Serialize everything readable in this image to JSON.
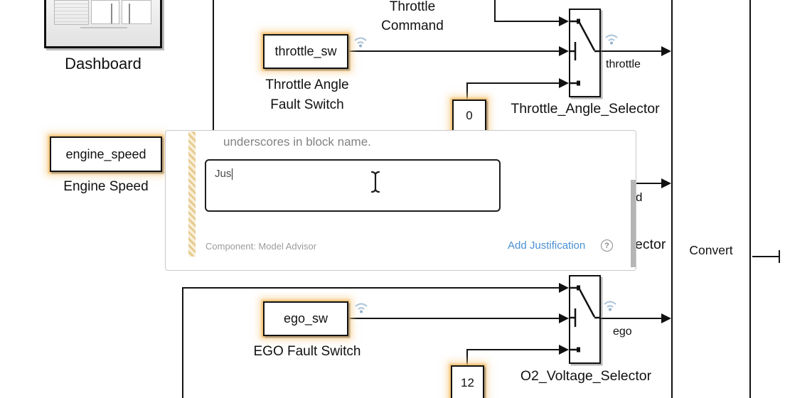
{
  "colors": {
    "accent_link": "#4a90d2",
    "highlight_glow": "#f2b964",
    "wire": "#141414",
    "badge_blue": "#a9c2d8",
    "dialog_border": "#c9c9c9",
    "muted_text": "#828282",
    "hatch_tan": "#e7cb90"
  },
  "canvas": {
    "dashboard": {
      "label": "Dashboard"
    },
    "throttle_command_label": {
      "line1": "Throttle",
      "line2": "Command"
    },
    "throttle_fault_switch": {
      "value": "throttle_sw",
      "caption_line1": "Throttle Angle",
      "caption_line2": "Fault Switch"
    },
    "engine_speed_block": {
      "value": "engine_speed",
      "caption": "Engine Speed"
    },
    "ego_fault_switch": {
      "value": "ego_sw",
      "caption": "EGO Fault Switch"
    },
    "throttle_constant": {
      "value": "0"
    },
    "ego_constant": {
      "value": "12"
    },
    "throttle_selector": {
      "name": "Throttle_Angle_Selector",
      "signal_label": "throttle"
    },
    "o2_selector": {
      "name": "O2_Voltage_Selector",
      "signal_label": "ego"
    },
    "convert_block": {
      "label": "Convert"
    },
    "occluded_fragments": {
      "signal_label_end": "d",
      "selector_name_end": "ector"
    }
  },
  "dialog": {
    "message": "underscores in block name.",
    "justification_input": {
      "value": "Jus"
    },
    "footer": {
      "component_label": "Component: Model Advisor",
      "add_justification_link": "Add Justification",
      "help_symbol": "?"
    }
  }
}
